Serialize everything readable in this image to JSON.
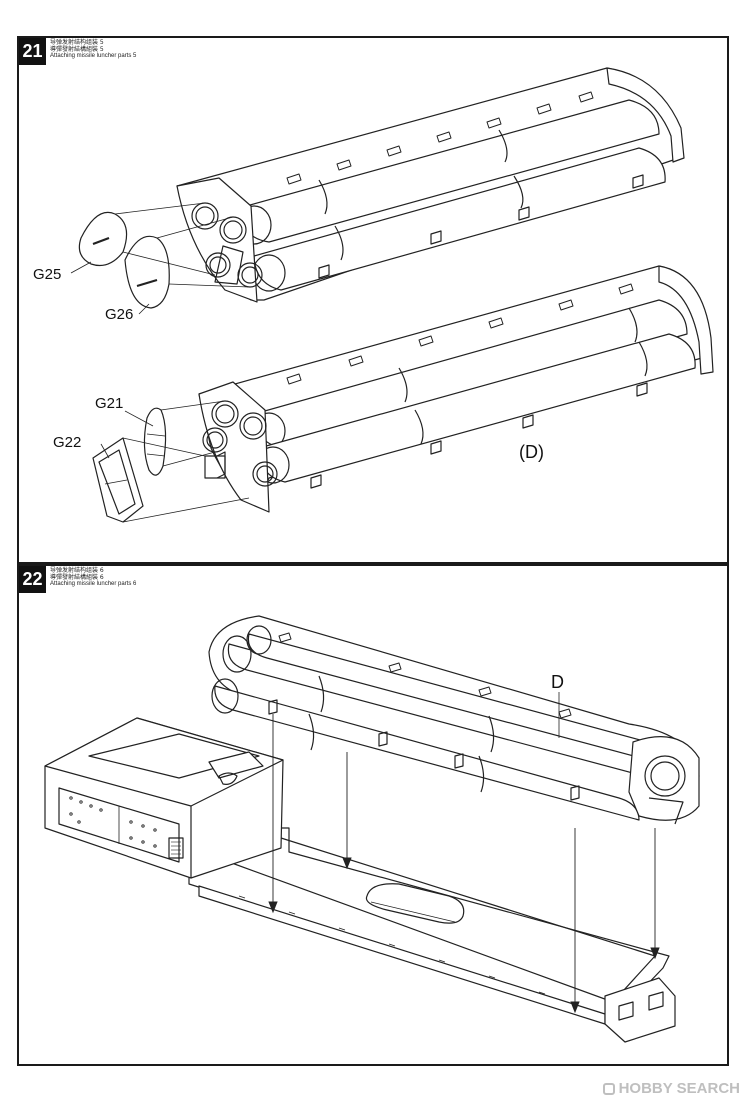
{
  "steps": [
    {
      "number": "21",
      "title_cn_simplified": "导弹发射结构组装 5",
      "title_cn_traditional": "導彈發射結構組裝 5",
      "title_en": "Attaching missile luncher parts 5",
      "callouts": {
        "g25": "G25",
        "g26": "G26",
        "g21": "G21",
        "g22": "G22",
        "sub": "(D)"
      }
    },
    {
      "number": "22",
      "title_cn_simplified": "导弹发射结构组装 6",
      "title_cn_traditional": "導彈發射結構組裝 6",
      "title_en": "Attaching missile luncher parts 6",
      "callouts": {
        "d": "D"
      }
    }
  ],
  "watermark": "HOBBY SEARCH"
}
